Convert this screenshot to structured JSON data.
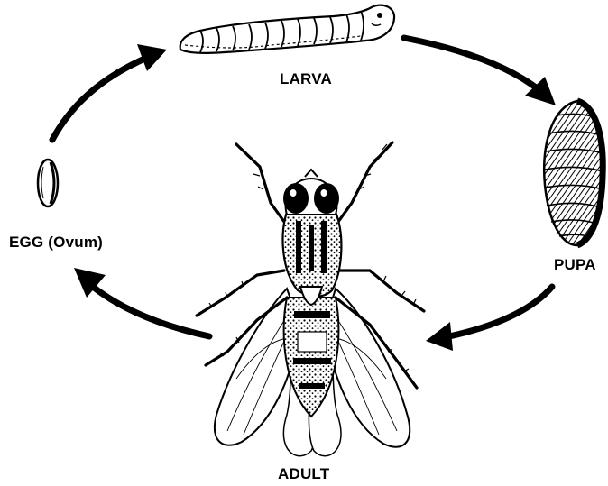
{
  "stages": {
    "larva": "LARVA",
    "pupa": "PUPA",
    "adult": "ADULT",
    "egg": "EGG (Ovum)"
  },
  "colors": {
    "ink": "#000000",
    "paper": "#ffffff"
  },
  "icons": {
    "larva": "maggot-larva-illustration",
    "pupa": "pupa-illustration",
    "adult": "housefly-illustration",
    "egg": "egg-illustration"
  }
}
